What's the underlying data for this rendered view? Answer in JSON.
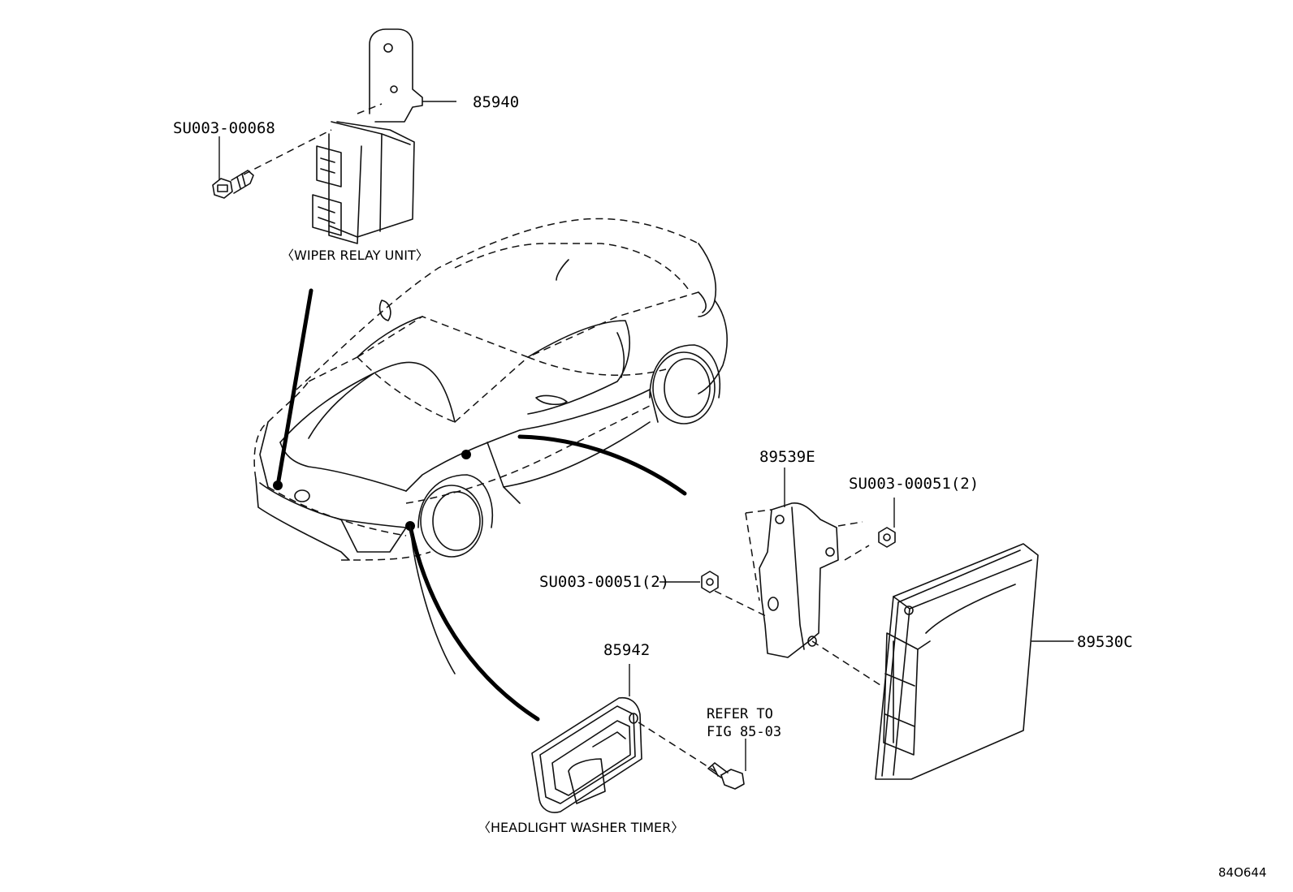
{
  "labels": {
    "p85940": "85940",
    "su_screw": "SU003-00068",
    "wiper_caption": "〈WIPER RELAY UNIT〉",
    "p89539e": "89539E",
    "su_nut_right": "SU003-00051(2)",
    "su_nut_left": "SU003-00051(2)",
    "p89530c": "89530C",
    "p85942": "85942",
    "refer_line1": "REFER TO",
    "refer_line2": "FIG 85-03",
    "washer_caption": "〈HEADLIGHT WASHER TIMER〉",
    "figure_code": "84O644"
  }
}
